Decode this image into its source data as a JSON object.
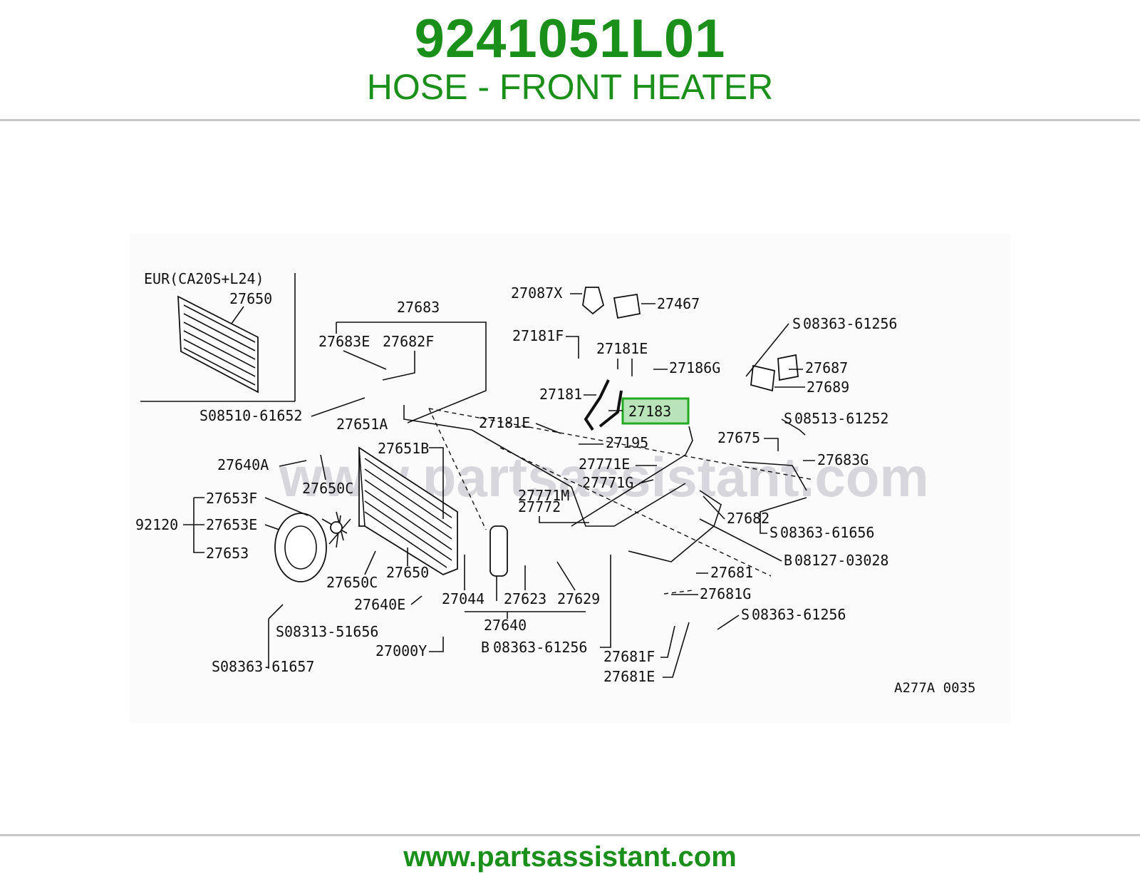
{
  "header": {
    "part_number": "9241051L01",
    "part_name": "HOSE - FRONT HEATER"
  },
  "diagram": {
    "watermark": "www.partsassistant.com",
    "inset_title": "EUR(CA20S+L24)",
    "figure_code": "A277A 0035",
    "highlighted_label": "27183",
    "highlight_color": "#22aa22",
    "labels": {
      "l27650_inset": "27650",
      "l27683": "27683",
      "l27683E": "27683E",
      "l27682F": "27682F",
      "s08510_61652": "08510-61652",
      "l27651A": "27651A",
      "l27651B": "27651B",
      "l27640A": "27640A",
      "l27650C_a": "27650C",
      "l27653F": "27653F",
      "l92120": "92120",
      "l27653E": "27653E",
      "l27653": "27653",
      "l27650C_b": "27650C",
      "l27650": "27650",
      "l27640E": "27640E",
      "s08313_51656": "08313-51656",
      "s08363_61657": "08363-61657",
      "l27000Y": "27000Y",
      "l27044": "27044",
      "l27623": "27623",
      "l27629": "27629",
      "l27640": "27640",
      "b08363_61256": "08363-61256",
      "l27087X": "27087X",
      "l27467": "27467",
      "l27181F": "27181F",
      "l27181E_a": "27181E",
      "l27186G": "27186G",
      "l27181": "27181",
      "l27181E_b": "27181E",
      "l27195": "27195",
      "l27771E": "27771E",
      "l27771G": "27771G",
      "l27771M": "27771M",
      "l27772": "27772",
      "s08363_61256_a": "08363-61256",
      "l27687": "27687",
      "l27689": "27689",
      "s08513_61252": "08513-61252",
      "l27675": "27675",
      "l27683G": "27683G",
      "l27682": "27682",
      "s08363_61656": "08363-61656",
      "b08127_03028": "08127-03028",
      "l27681": "27681",
      "l27681G": "27681G",
      "s08363_61256_b": "08363-61256",
      "l27681F": "27681F",
      "l27681E": "27681E"
    },
    "markers": {
      "s": "S",
      "b": "B"
    }
  },
  "footer": {
    "url": "www.partsassistant.com"
  }
}
